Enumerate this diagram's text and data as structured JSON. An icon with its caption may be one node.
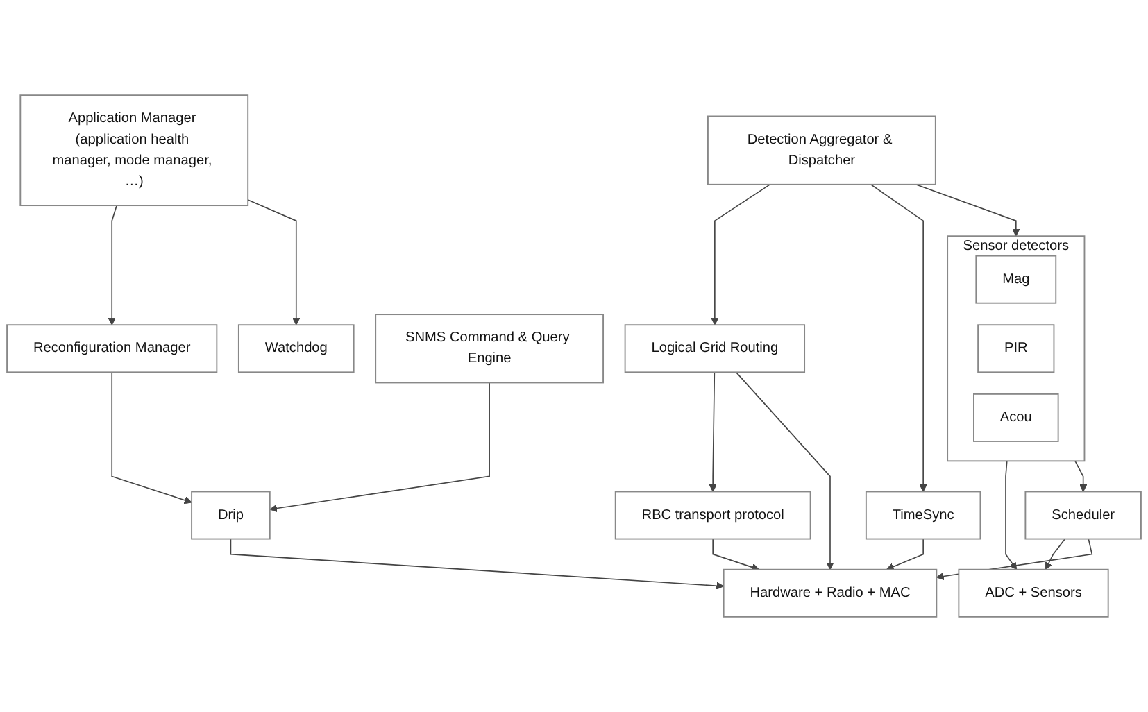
{
  "diagram": {
    "nodes": [
      {
        "text": [
          "Application Manager (application health manager, mode manager, …)"
        ]
      },
      {
        "text": [
          "Reconfiguration Manager"
        ]
      },
      {
        "text": [
          "Detection Aggregator & Dispatcher"
        ]
      },
      {
        "text": [
          "SNMS Command & Query Engine"
        ]
      },
      {
        "text": [
          "Sensor detectors"
        ]
      },
      {
        "text": [
          "Mag"
        ],
        "in": 4
      },
      {
        "text": [
          "PIR"
        ],
        "in": 4
      },
      {
        "text": [
          "Acou"
        ],
        "in": 4
      },
      {
        "text": [
          "Logical Grid Routing"
        ]
      },
      {
        "text": [
          "Drip"
        ]
      },
      {
        "text": [
          "RBC transport protocol"
        ]
      },
      {
        "text": [
          "TimeSync"
        ]
      },
      {
        "text": [
          "Scheduler"
        ]
      },
      {
        "text": [
          "ADC + Sensors"
        ]
      },
      {
        "text": [
          "Hardware + Radio + MAC"
        ]
      },
      {
        "text": [
          "Watchdog"
        ]
      }
    ],
    "edges": [
      {
        "from": 0,
        "to": 1,
        "arrow": "to"
      },
      {
        "from": 0,
        "to": 15,
        "arrow": "to"
      },
      {
        "from": 1,
        "to": 9,
        "arrow": "to"
      },
      {
        "from": 2,
        "to": 4,
        "arrow": "to"
      },
      {
        "from": 2,
        "to": 8,
        "arrow": "to"
      },
      {
        "from": 2,
        "to": 11,
        "arrow": "to"
      },
      {
        "from": 3,
        "to": 9,
        "arrow": "to"
      },
      {
        "from": 4,
        "to": 13,
        "arrow": "to"
      },
      {
        "from": 4,
        "to": 12,
        "arrow": "to"
      },
      {
        "from": 8,
        "to": 10,
        "arrow": "to"
      },
      {
        "from": 8,
        "to": 14,
        "arrow": "to"
      },
      {
        "from": 9,
        "to": 14,
        "arrow": "to"
      },
      {
        "from": 10,
        "to": 14,
        "arrow": "to"
      },
      {
        "from": 11,
        "to": 14,
        "arrow": "to"
      },
      {
        "from": 12,
        "to": 13,
        "arrow": "to"
      },
      {
        "from": 12,
        "to": 14,
        "arrow": "to"
      }
    ]
  }
}
